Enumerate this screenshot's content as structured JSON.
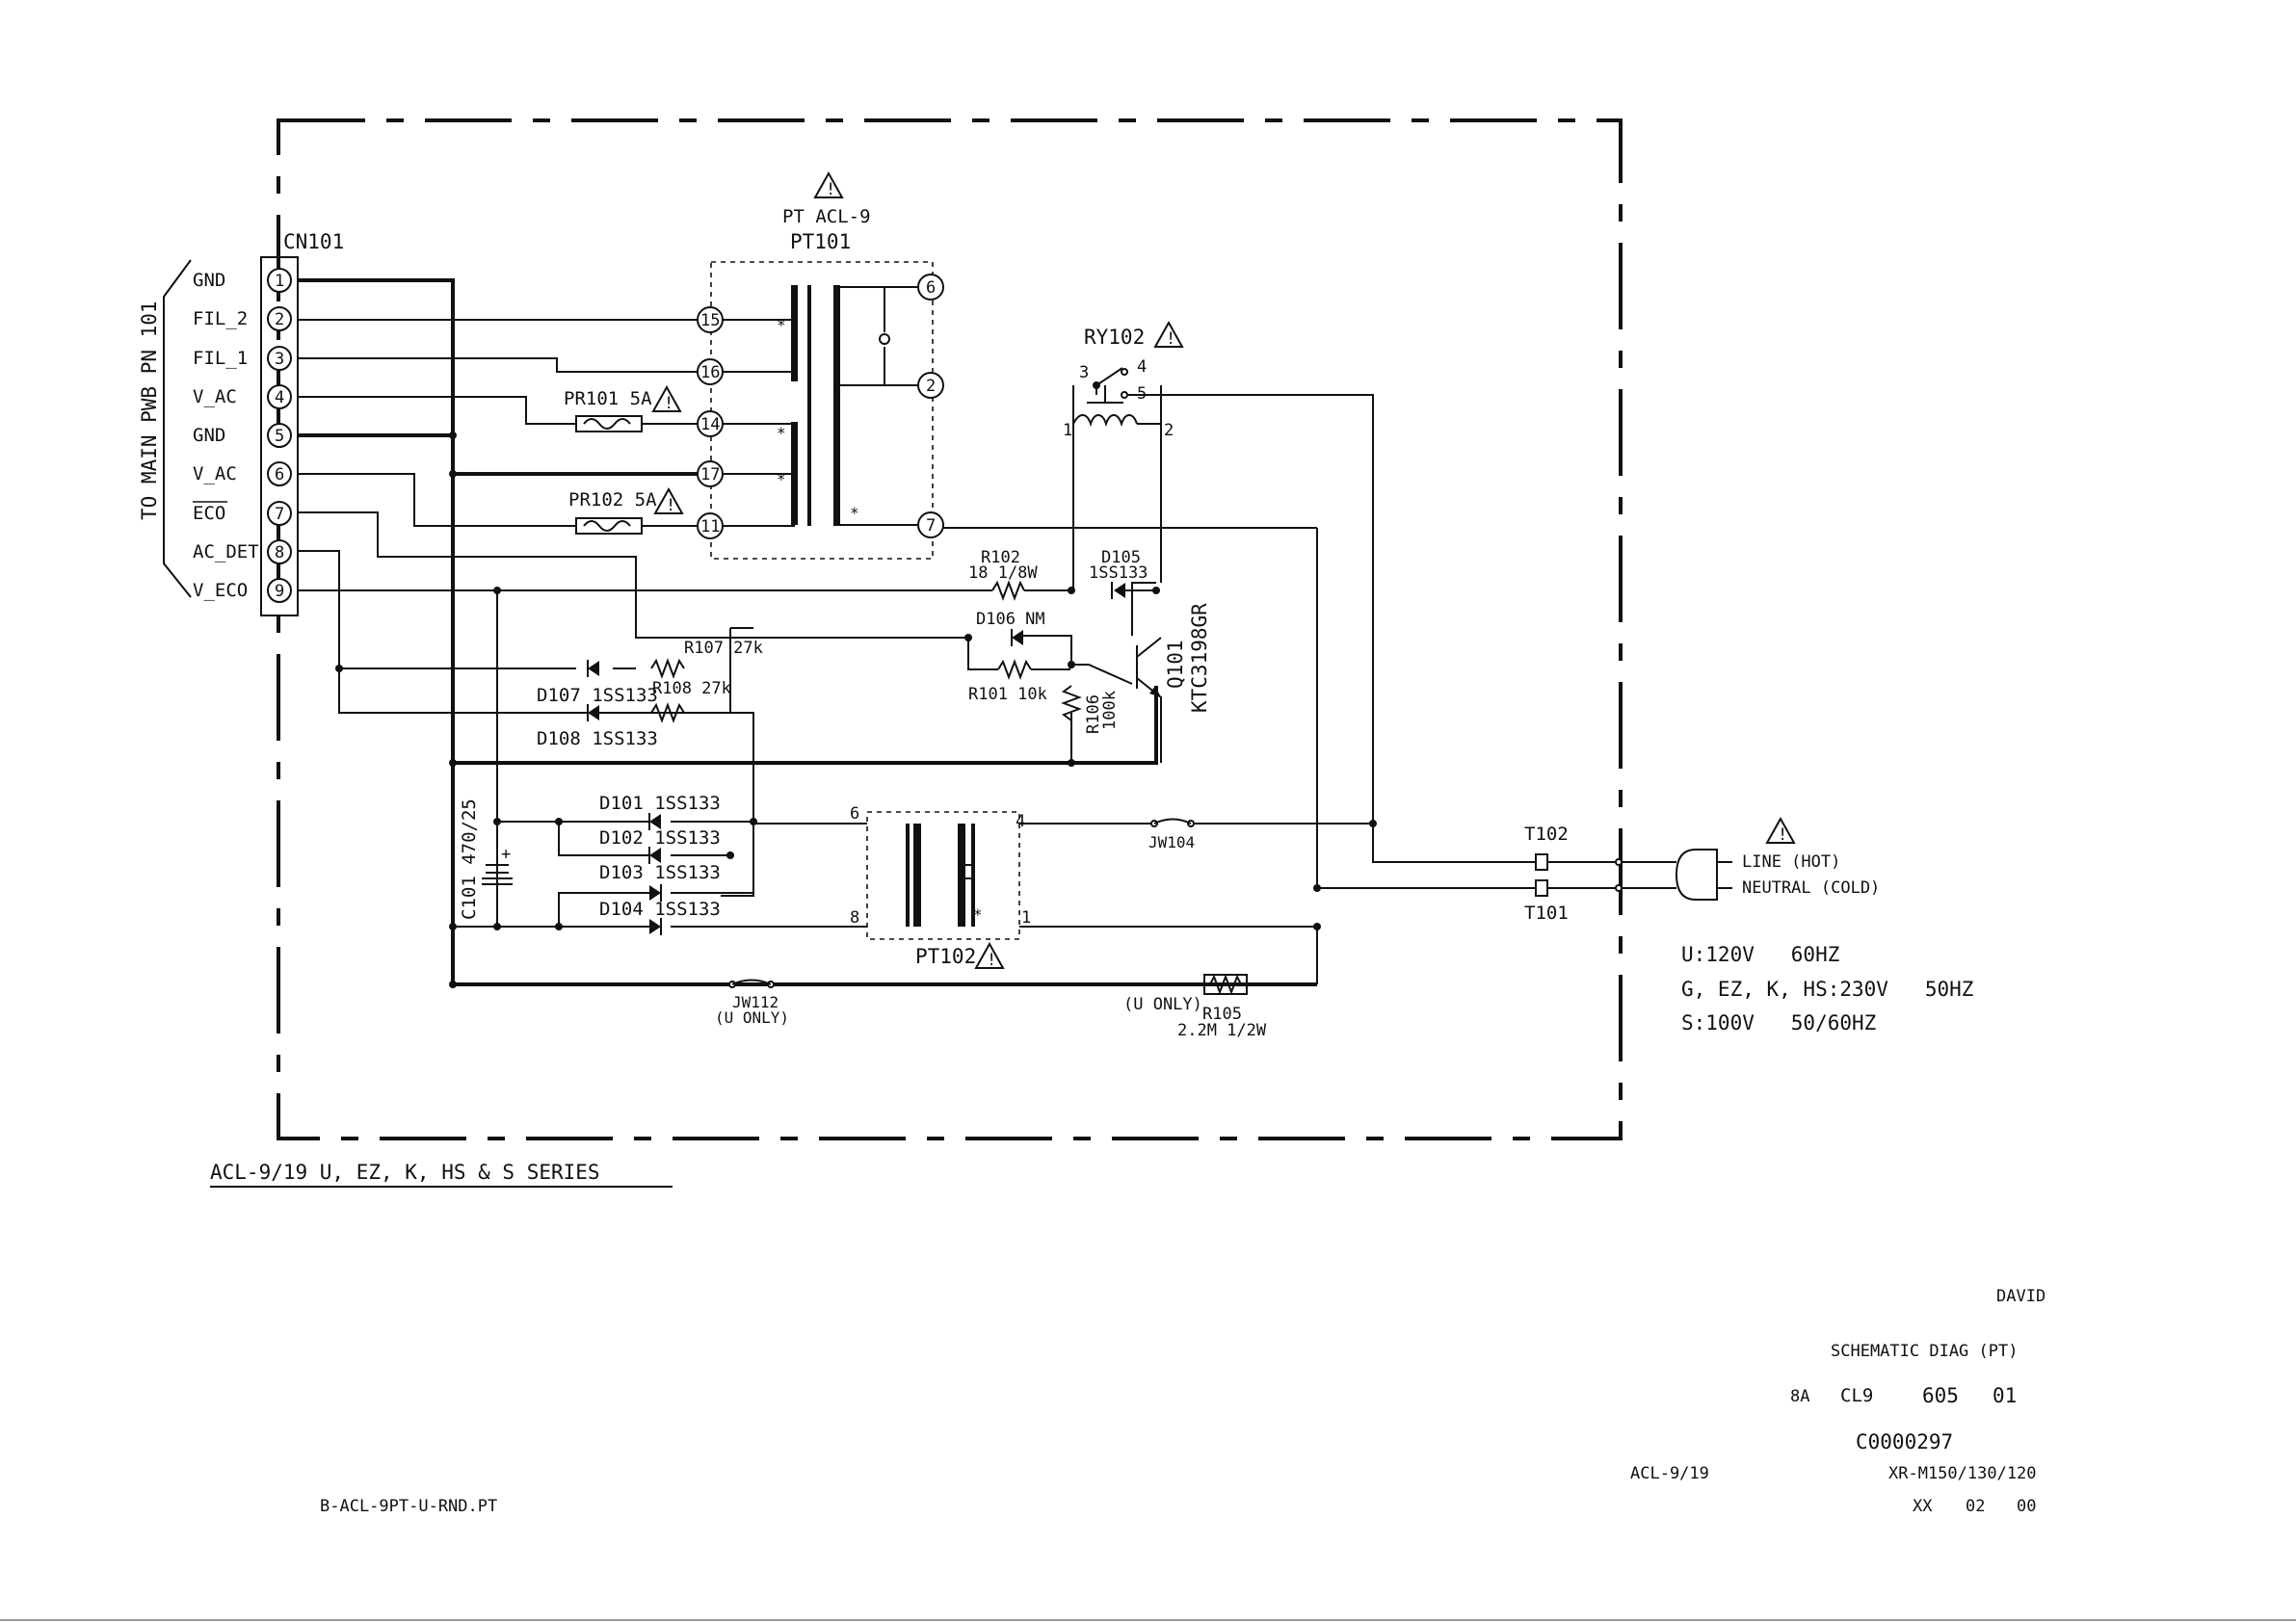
{
  "connector": {
    "ref": "CN101",
    "dest": "TO MAIN PWB PN 101",
    "pins": [
      {
        "num": "1",
        "signal": "GND"
      },
      {
        "num": "2",
        "signal": "FIL_2"
      },
      {
        "num": "3",
        "signal": "FIL_1"
      },
      {
        "num": "4",
        "signal": "V_AC"
      },
      {
        "num": "5",
        "signal": "GND"
      },
      {
        "num": "6",
        "signal": "V_AC"
      },
      {
        "num": "7",
        "signal": "ECO"
      },
      {
        "num": "8",
        "signal": "AC_DET"
      },
      {
        "num": "9",
        "signal": "V_ECO"
      }
    ]
  },
  "transformer1": {
    "type": "PT  ACL-9",
    "ref": "PT101",
    "pins": [
      "15",
      "16",
      "14",
      "17",
      "11",
      "6",
      "2",
      "7"
    ]
  },
  "relay": {
    "ref": "RY102",
    "pins": [
      "3",
      "4",
      "5",
      "1",
      "2"
    ]
  },
  "components": {
    "pr101": "PR101 5A",
    "pr102": "PR102 5A",
    "r102_ref": "R102",
    "r102_val": "18 1/8W",
    "d105_ref": "D105",
    "d105_val": "1SS133",
    "d106": "D106 NM",
    "r107": "R107 27k",
    "r108": "R108 27k",
    "d107": "D107 1SS133",
    "d108": "D108 1SS133",
    "r101": "R101 10k",
    "r106_ref": "R106",
    "r106_val": "100k",
    "q101_ref": "Q101",
    "q101_val": "KTC3198GR",
    "d101": "D101 1SS133",
    "d102": "D102 1SS133",
    "d103": "D103 1SS133",
    "d104": "D104 1SS133",
    "c101": "C101 470/25",
    "pt102": "PT102",
    "pt102_pins": [
      "6",
      "4",
      "8",
      "1"
    ],
    "jw104": "JW104",
    "jw112": "JW112",
    "u_only_1": "(U ONLY)",
    "u_only_2": "(U ONLY)",
    "r105_ref": "R105",
    "r105_val": "2.2M 1/2W",
    "t102": "T102",
    "t101": "T101",
    "line": "LINE (HOT)",
    "neutral": "NEUTRAL (COLD)"
  },
  "voltage_notes": [
    "U:120V   60HZ",
    "G, EZ, K, HS:230V   50HZ",
    "S:100V   50/60HZ"
  ],
  "board_title": "ACL-9/19 U, EZ, K, HS & S SERIES",
  "title_block": {
    "drawn_by": "DAVID",
    "title": "SCHEMATIC DIAG (PT)",
    "code_1": "8A",
    "code_2": "CL9",
    "code_3": "605",
    "code_4": "01",
    "doc_no": "C0000297",
    "model": "ACL-9/19",
    "applies_to": "XR-M150/130/120",
    "rev_1": "XX",
    "rev_2": "02",
    "rev_3": "00"
  },
  "file_name": "B-ACL-9PT-U-RND.PT"
}
